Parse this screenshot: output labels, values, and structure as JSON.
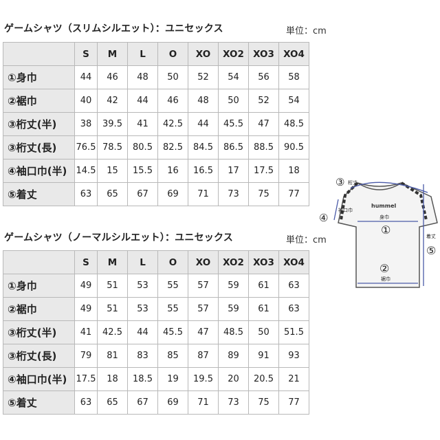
{
  "tables": [
    {
      "title": "ゲームシャツ（スリムシルエット）：ユニセックス",
      "unit": "単位：cm",
      "columns": [
        "S",
        "M",
        "L",
        "O",
        "XO",
        "XO2",
        "XO3",
        "XO4"
      ],
      "rows": [
        {
          "label": "①身巾",
          "values": [
            "44",
            "46",
            "48",
            "50",
            "52",
            "54",
            "56",
            "58"
          ]
        },
        {
          "label": "②裾巾",
          "values": [
            "40",
            "42",
            "44",
            "46",
            "48",
            "50",
            "52",
            "54"
          ]
        },
        {
          "label": "③桁丈(半)",
          "values": [
            "38",
            "39.5",
            "41",
            "42.5",
            "44",
            "45.5",
            "47",
            "48.5"
          ]
        },
        {
          "label": "③桁丈(長)",
          "values": [
            "76.5",
            "78.5",
            "80.5",
            "82.5",
            "84.5",
            "86.5",
            "88.5",
            "90.5"
          ]
        },
        {
          "label": "④袖口巾(半)",
          "values": [
            "14.5",
            "15",
            "15.5",
            "16",
            "16.5",
            "17",
            "17.5",
            "18"
          ]
        },
        {
          "label": "⑤着丈",
          "values": [
            "63",
            "65",
            "67",
            "69",
            "71",
            "73",
            "75",
            "77"
          ]
        }
      ]
    },
    {
      "title": "ゲームシャツ（ノーマルシルエット）：ユニセックス",
      "unit": "単位：cm",
      "columns": [
        "S",
        "M",
        "L",
        "O",
        "XO",
        "XO2",
        "XO3",
        "XO4"
      ],
      "rows": [
        {
          "label": "①身巾",
          "values": [
            "49",
            "51",
            "53",
            "55",
            "57",
            "59",
            "61",
            "63"
          ]
        },
        {
          "label": "②裾巾",
          "values": [
            "49",
            "51",
            "53",
            "55",
            "57",
            "59",
            "61",
            "63"
          ]
        },
        {
          "label": "③桁丈(半)",
          "values": [
            "41",
            "42.5",
            "44",
            "45.5",
            "47",
            "48.5",
            "50",
            "51.5"
          ]
        },
        {
          "label": "③桁丈(長)",
          "values": [
            "79",
            "81",
            "83",
            "85",
            "87",
            "89",
            "91",
            "93"
          ]
        },
        {
          "label": "④袖口巾(半)",
          "values": [
            "17.5",
            "18",
            "18.5",
            "19",
            "19.5",
            "20",
            "20.5",
            "21"
          ]
        },
        {
          "label": "⑤着丈",
          "values": [
            "63",
            "65",
            "67",
            "69",
            "71",
            "73",
            "75",
            "77"
          ]
        }
      ]
    }
  ],
  "diagram": {
    "markers": [
      "③",
      "④",
      "①",
      "②",
      "⑤"
    ],
    "labels": {
      "sleeve_length": "桁丈",
      "cuff": "袖口巾",
      "body_width": "身巾",
      "hem_width": "裾巾",
      "length": "着丈"
    },
    "logo_text": "hummel"
  },
  "colors": {
    "header_bg": "#e9e9e9",
    "border": "#b8b8b8",
    "arrow": "#4a5aa8"
  }
}
